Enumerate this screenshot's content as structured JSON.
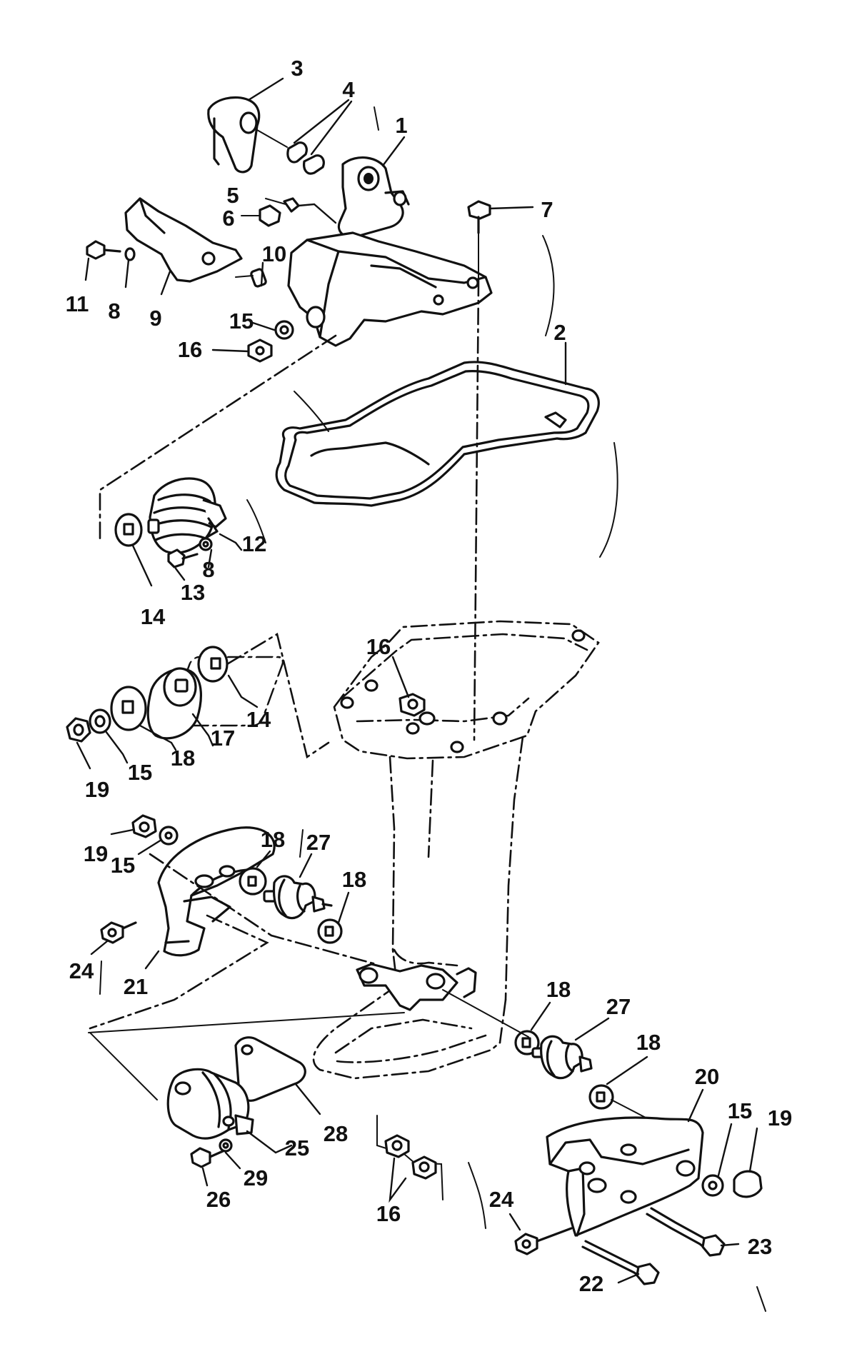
{
  "callouts": [
    {
      "id": "1",
      "label": "1"
    },
    {
      "id": "2",
      "label": "2"
    },
    {
      "id": "3",
      "label": "3"
    },
    {
      "id": "4",
      "label": "4"
    },
    {
      "id": "5",
      "label": "5"
    },
    {
      "id": "6",
      "label": "6"
    },
    {
      "id": "7",
      "label": "7"
    },
    {
      "id": "8a",
      "label": "8"
    },
    {
      "id": "9",
      "label": "9"
    },
    {
      "id": "10",
      "label": "10"
    },
    {
      "id": "11",
      "label": "11"
    },
    {
      "id": "15a",
      "label": "15"
    },
    {
      "id": "16a",
      "label": "16"
    },
    {
      "id": "12",
      "label": "12"
    },
    {
      "id": "8b",
      "label": "8"
    },
    {
      "id": "13",
      "label": "13"
    },
    {
      "id": "14a",
      "label": "14"
    },
    {
      "id": "16b",
      "label": "16"
    },
    {
      "id": "14b",
      "label": "14"
    },
    {
      "id": "17",
      "label": "17"
    },
    {
      "id": "18a",
      "label": "18"
    },
    {
      "id": "15b",
      "label": "15"
    },
    {
      "id": "19a",
      "label": "19"
    },
    {
      "id": "19b",
      "label": "19"
    },
    {
      "id": "15c",
      "label": "15"
    },
    {
      "id": "18b",
      "label": "18"
    },
    {
      "id": "27a",
      "label": "27"
    },
    {
      "id": "18c",
      "label": "18"
    },
    {
      "id": "24a",
      "label": "24"
    },
    {
      "id": "21",
      "label": "21"
    },
    {
      "id": "18d",
      "label": "18"
    },
    {
      "id": "27b",
      "label": "27"
    },
    {
      "id": "18e",
      "label": "18"
    },
    {
      "id": "20",
      "label": "20"
    },
    {
      "id": "15d",
      "label": "15"
    },
    {
      "id": "19c",
      "label": "19"
    },
    {
      "id": "28",
      "label": "28"
    },
    {
      "id": "25",
      "label": "25"
    },
    {
      "id": "29",
      "label": "29"
    },
    {
      "id": "26",
      "label": "26"
    },
    {
      "id": "16c",
      "label": "16"
    },
    {
      "id": "24b",
      "label": "24"
    },
    {
      "id": "22",
      "label": "22"
    },
    {
      "id": "23",
      "label": "23"
    }
  ]
}
